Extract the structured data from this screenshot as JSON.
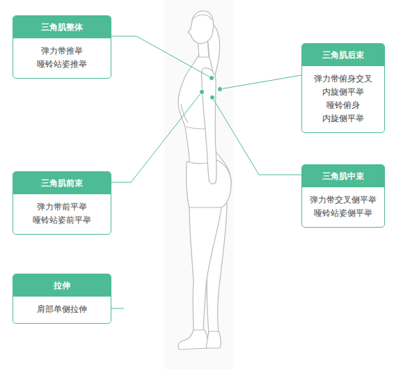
{
  "diagram": {
    "nodes": [
      {
        "text": [
          "三角肌整体",
          "弹力带推举 哑铃站姿推举"
        ]
      },
      {
        "text": [
          "三角肌后束",
          "弹力带俯身交叉 内旋侧平举 哑铃俯身 内旋侧平举"
        ]
      },
      {
        "text": [
          "三角肌前束",
          "弹力带前平举 哑铃站姿前平举"
        ]
      },
      {
        "text": [
          "三角肌中束",
          "弹力带交叉侧平举 哑铃站姿侧平举"
        ]
      },
      {
        "text": [
          "拉伸",
          "肩部单侧拉伸"
        ]
      }
    ]
  }
}
